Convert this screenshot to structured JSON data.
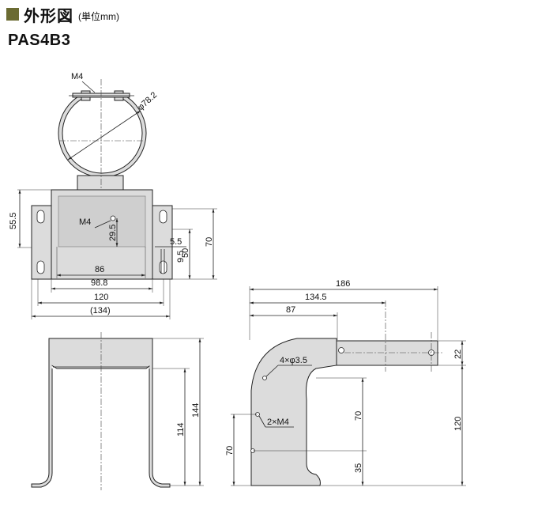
{
  "header": {
    "title": "外形図",
    "unit": "(単位mm)",
    "model": "PAS4B3",
    "accent_color": "#6b6b32"
  },
  "front_view": {
    "clamp_bolt_label": "M4",
    "clamp_diameter_label": "φ78.2",
    "hole_label": "M4",
    "dim_55_5": "55.5",
    "dim_29_5": "29.5",
    "dim_5_5": "5.5",
    "dim_9_5": "9.5",
    "dim_50": "50",
    "dim_70": "70",
    "dim_86": "86",
    "dim_98_8": "98.8",
    "dim_120": "120",
    "dim_134": "(134)"
  },
  "bottom_view": {
    "dim_114": "114",
    "dim_144": "144"
  },
  "side_view": {
    "dim_186": "186",
    "dim_134_5": "134.5",
    "dim_87": "87",
    "dim_22": "22",
    "hole_label": "4×φ3.5",
    "tap_label": "2×M4",
    "dim_70_inner": "70",
    "dim_70_left": "70",
    "dim_120": "120",
    "dim_35": "35"
  }
}
